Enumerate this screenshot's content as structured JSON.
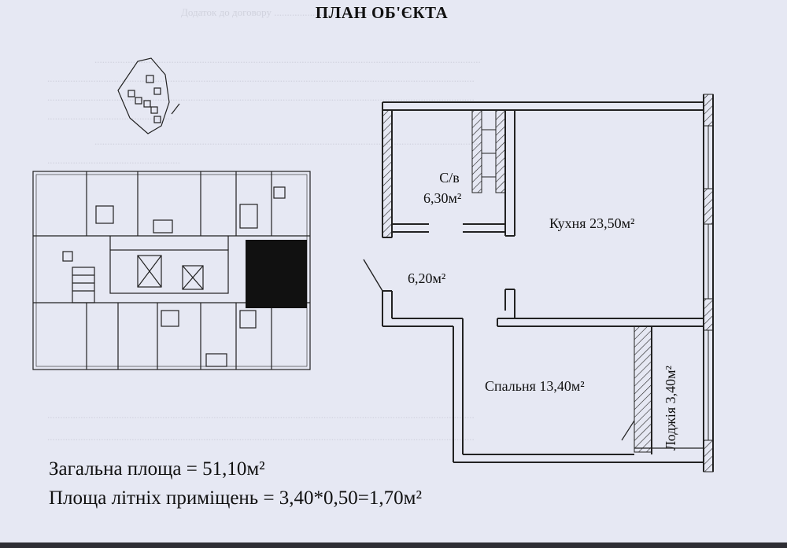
{
  "document": {
    "title": "ПЛАН ОБ'ЄКТА"
  },
  "rooms": {
    "wc": {
      "name": "С/в",
      "area": "6,30м²"
    },
    "hall": {
      "area": "6,20м²"
    },
    "kitchen": {
      "label": "Кухня 23,50м²"
    },
    "bedroom": {
      "label": "Спальня 13,40м²"
    },
    "loggia": {
      "label": "Лоджія 3,40м²"
    }
  },
  "summary": {
    "total_area": "Загальна площа = 51,10м²",
    "summer_area": "Площа літніх приміщень = 3,40*0,50=1,70м²"
  },
  "colors": {
    "background": "#e6e8f3",
    "ink": "#111111",
    "highlight": "#111111"
  }
}
